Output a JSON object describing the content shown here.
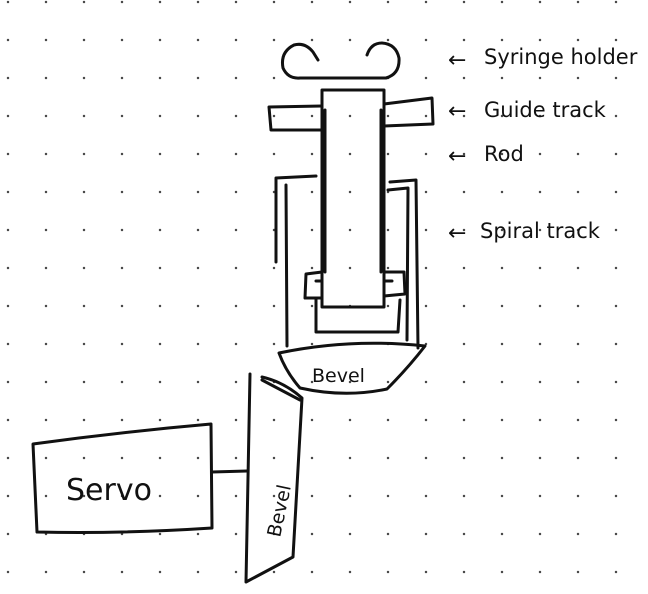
{
  "labels": {
    "syringe_holder": "Syringe holder",
    "guide_track": "Guide track",
    "rod": "Rod",
    "spiral_track": "Spiral track",
    "bevel_top": "Bevel",
    "bevel_side": "Bevel",
    "servo": "Servo"
  },
  "arrow_glyph": "←",
  "colors": {
    "ink": "#111111",
    "paper": "#ffffff",
    "dots": "#4a4a4a"
  }
}
